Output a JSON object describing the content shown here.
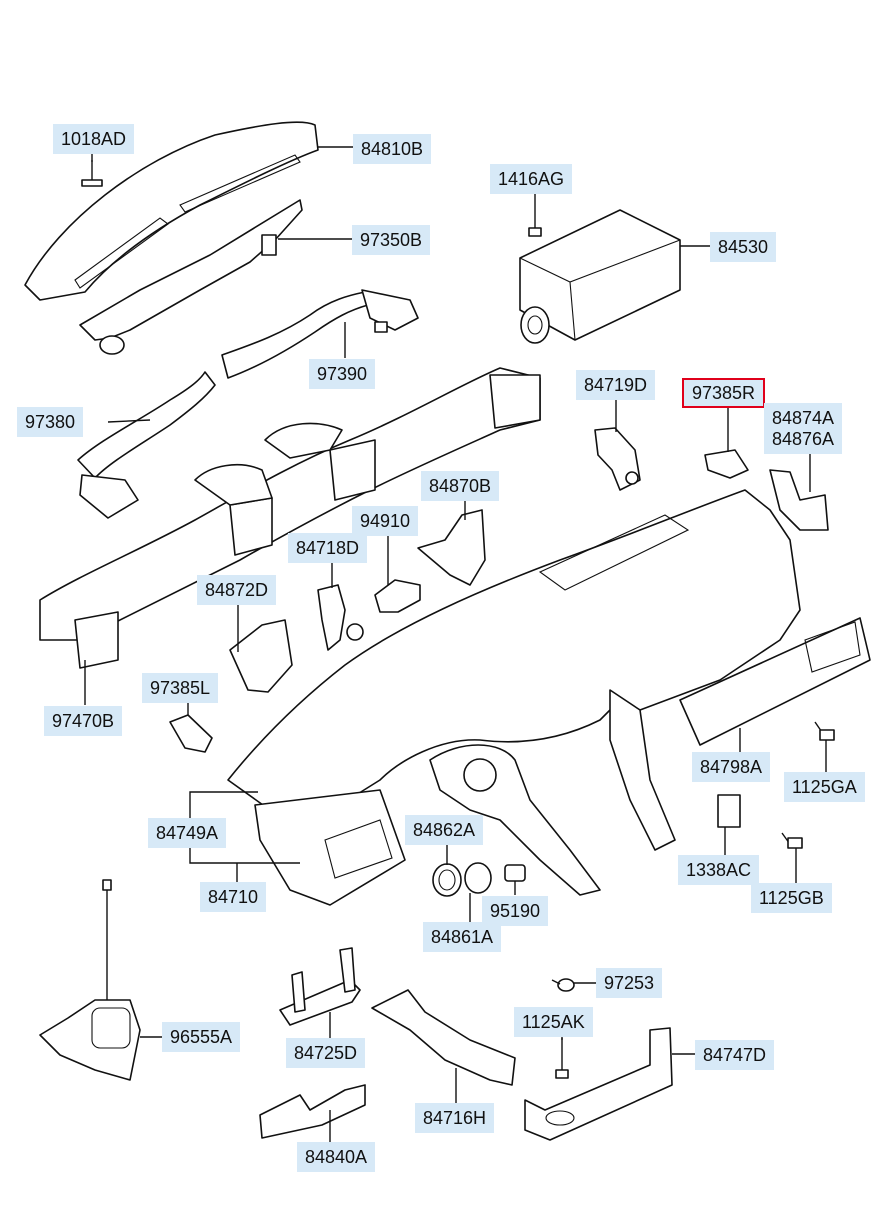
{
  "labels": {
    "l1018AD": "1018AD",
    "l84810B": "84810B",
    "l1416AG": "1416AG",
    "l97350B": "97350B",
    "l84530": "84530",
    "l97390": "97390",
    "l84719D": "84719D",
    "l97385R": "97385R",
    "l97380": "97380",
    "l84874A": "84874A",
    "l84876A": "84876A",
    "l84870B": "84870B",
    "l94910": "94910",
    "l84718D": "84718D",
    "l84872D": "84872D",
    "l97385L": "97385L",
    "l97470B": "97470B",
    "l84798A": "84798A",
    "l1125GA": "1125GA",
    "l84749A": "84749A",
    "l84862A": "84862A",
    "l1338AC": "1338AC",
    "l84710": "84710",
    "l95190": "95190",
    "l1125GB": "1125GB",
    "l84861A": "84861A",
    "l97253": "97253",
    "l1125AK": "1125AK",
    "l96555A": "96555A",
    "l84747D": "84747D",
    "l84725D": "84725D",
    "l84716H": "84716H",
    "l84840A": "84840A"
  },
  "highlighted_part": "97385R",
  "colors": {
    "label_bg": "#d7e9f7",
    "highlight_border": "#e0001b",
    "line": "#111111"
  }
}
